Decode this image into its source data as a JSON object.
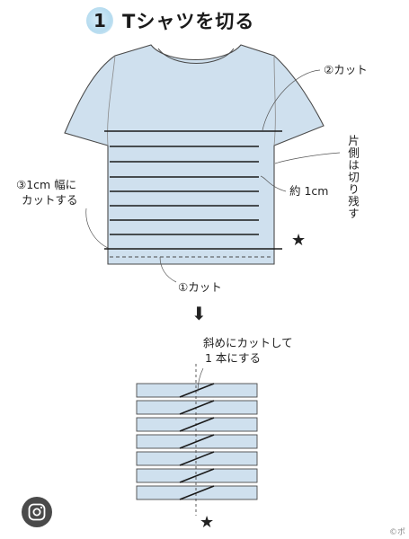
{
  "title": {
    "step": "1",
    "text": "Tシャツを切る"
  },
  "labels": {
    "cut2": "②カット",
    "one_side": "片側は切り残す",
    "about_1cm": "約 1cm",
    "cut3_line1": "③1cm 幅に",
    "cut3_line2": "カットする",
    "cut1": "①カット",
    "diag_line1": "斜めにカットして",
    "diag_line2": "1 本にする",
    "star1": "★",
    "star2": "★",
    "arrow": "⬇"
  },
  "corner_text": "©ポ",
  "colors": {
    "shirt": "#cfe0ee",
    "outline": "#4a4a4a",
    "strip_line": "#1a1a1a"
  }
}
